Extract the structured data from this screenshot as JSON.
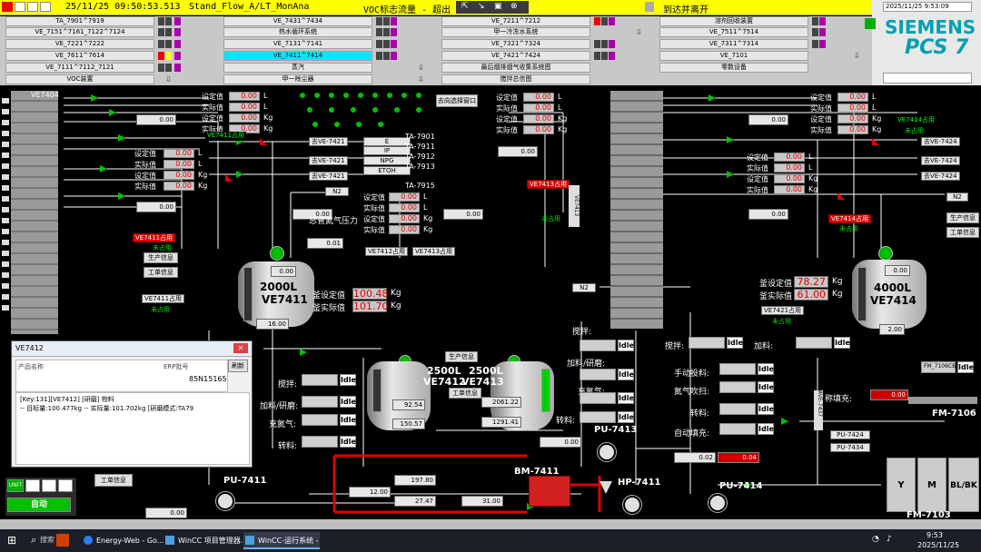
{
  "topbar": {
    "datetime": "25/11/25  09:50:53.513",
    "path": "Stand_Flow_A/LT_MonAna",
    "alarm_text": "VOC标志流量 - 超出",
    "arrival_msg": "到达并离开",
    "right_time": "2025/11/25 9:53:09"
  },
  "nav": {
    "col1": [
      "TA_7901^7919",
      "VE_7151^7161_7122^7124",
      "VE_7221^7222",
      "VE_7611^7614",
      "VE_7111^7112_7121",
      "VOC装置"
    ],
    "col2": [
      "VE_7431^7434",
      "热水循环系统",
      "VE_7131^7141",
      "VE_7411^7414",
      "蒸汽",
      "甲一除尘器"
    ],
    "col3": [
      "VE_7211^7212",
      "甲一冷冻水系统",
      "VE_7321^7324",
      "VE_7421^7424",
      "最后烟排烟气收集系统图",
      "搅拌总信图"
    ],
    "col4": [
      "溶剂回收装置",
      "VE_7511^7514",
      "VE_7311^7314",
      "VE_7101",
      "零数设备"
    ]
  },
  "logo": {
    "brand": "SIEMENS",
    "product": "PCS 7"
  },
  "labels": {
    "sv": "设定值",
    "pv": "实际值",
    "unit_L": "L",
    "unit_kg": "Kg",
    "to7421": "去VE-7421",
    "to7424": "去VE-7424",
    "n2": "N2",
    "main_n2": "总管氮气压力",
    "return_btn": "去向选择窗口",
    "prod_info": "生产信息",
    "work_info": "工单信息",
    "kettle_sv": "釜设定值",
    "kettle_pv": "釜实际值",
    "stir": "搅拌:",
    "add_grind": "加料/研磨:",
    "n2_fill": "充氮气:",
    "transfer": "转料:",
    "stir2": "搅拌:",
    "add2": "加料:",
    "manual_feed": "手动投料:",
    "n2_blow": "氮气吹扫:",
    "transfer2": "转料:",
    "auto_fill": "自动填充:",
    "weigh_fill": "称填充:",
    "occupied": "未占用",
    "occ_7411": "VE7411占用",
    "occ_7412": "VE7412占用",
    "occ_7413": "VE7413占用",
    "occ_7414": "VE7414占用",
    "occ_7421": "VE7421占用"
  },
  "left_block": {
    "sv1": "0.00",
    "pv1": "0.00",
    "kg1": "0.00",
    "w1": "0.00",
    "sv2": "0.00",
    "pv2": "0.00",
    "kg2": "0.00",
    "w2": "0.00"
  },
  "center_block": {
    "sv": "0.00",
    "pv": "0.00",
    "kg": "0.00",
    "w": "0.00",
    "sv2": "0.00",
    "pv2": "0.00",
    "kg2": "0.00",
    "w2": "0.00",
    "n2_pressure": "0.01"
  },
  "right_block": {
    "sv": "0.00",
    "pv": "0.00",
    "kg": "0.00",
    "w": "0.00",
    "sv2": "0.00",
    "pv2": "0.00",
    "kg2": "0.00",
    "w2": "0.00"
  },
  "ta_tags": [
    "TA-7901",
    "TA-7911",
    "TA-7912",
    "TA-7913",
    "TA-7915"
  ],
  "small_tags": [
    "E",
    "IP",
    "NPG",
    "ETOH"
  ],
  "tanks": {
    "ve7411": {
      "vol": "2000L",
      "name": "VE7411",
      "e": "0.00",
      "level": "16.00",
      "sv": "100.48",
      "pv": "101.70"
    },
    "ve7414": {
      "vol": "4000L",
      "name": "VE7414",
      "e": "0.00",
      "level": "2.00",
      "sv": "78.27",
      "pv": "61.00"
    },
    "ve7412": {
      "vol": "2500L",
      "name": "VE7412",
      "temp": "92.54",
      "level": "150.57"
    },
    "ve7413": {
      "vol": "2500L",
      "name": "VE7413",
      "temp": "2061.22",
      "level": "1291.41"
    }
  },
  "pumps": {
    "pu7411": "PU-7411",
    "pu7413": "PU-7413",
    "pu7414": "PU-7414",
    "hp7411": "HP-7411",
    "bm7411": "BM-7411",
    "fm7106": "FM-7106",
    "fm7103": "FM-7103"
  },
  "bottom_vals": {
    "v1": "197.80",
    "v2": "12.00",
    "v3": "27.47",
    "v4": "31.00",
    "v5": "0.00",
    "v6": "0.02",
    "v7": "0.04",
    "v8": "0.00",
    "v9": "0.00"
  },
  "right_panel": {
    "tag1": "PU-7424",
    "tag2": "PU-7434",
    "box_y": "Y",
    "box_m": "M",
    "box_blbk": "BL/BK"
  },
  "misc_tags": {
    "fm7106_tag": "FM_7106CB",
    "ave": "AVE-7437",
    "ve7413_tag": "VE7413"
  },
  "idle_label": "Idle",
  "popup": {
    "title": "VE7412",
    "col1": "产品名称",
    "col2": "ERP批号",
    "erp": "85N15165",
    "refresh": "刷新",
    "line1": "[Key:131][VE7412] [研磨]  物料",
    "line2": "-- 目标量:100.477kg -- 实际量:101.702kg [研磨模式:TA79"
  },
  "left_buttons": {
    "unit": "UNIT",
    "auto": "自动",
    "work_info": "工单信息"
  },
  "taskbar": {
    "search": "搜索",
    "t1": "Energy-Web - Go...",
    "t2": "WinCC 项目管理器...",
    "t3": "WinCC-运行系统 -",
    "time": "9:53",
    "date": "2025/11/25"
  }
}
